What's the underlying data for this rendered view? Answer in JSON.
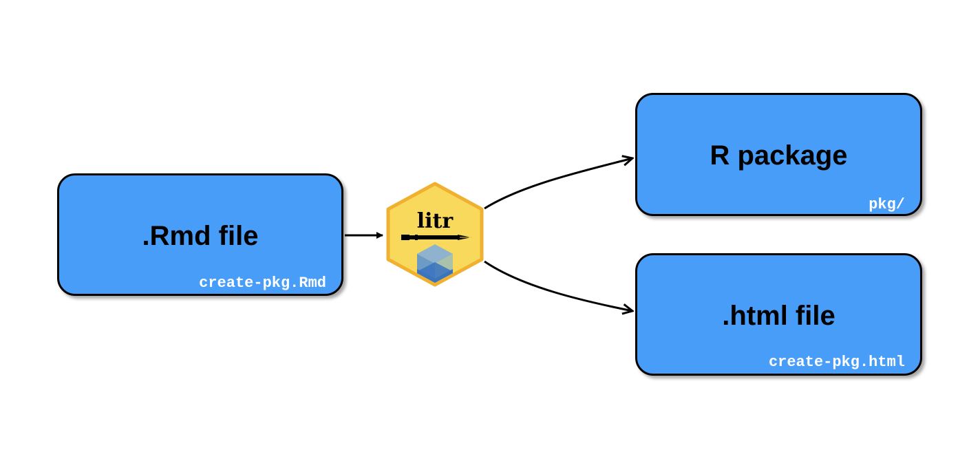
{
  "nodes": {
    "rmd": {
      "title": ".Rmd file",
      "subtitle": "create-pkg.Rmd"
    },
    "pkg": {
      "title": "R package",
      "subtitle": "pkg/"
    },
    "html": {
      "title": ".html file",
      "subtitle": "create-pkg.html"
    }
  },
  "logo": {
    "text": "litr",
    "icon": "litr-hex-logo"
  },
  "edges": [
    {
      "from": "rmd",
      "to": "litr"
    },
    {
      "from": "litr",
      "to": "pkg"
    },
    {
      "from": "litr",
      "to": "html"
    }
  ],
  "colors": {
    "box_fill": "#479DF7",
    "box_border": "#000000",
    "subtitle_text": "#ffffff",
    "hex_fill": "#F9D95C",
    "hex_border": "#F0B030"
  }
}
